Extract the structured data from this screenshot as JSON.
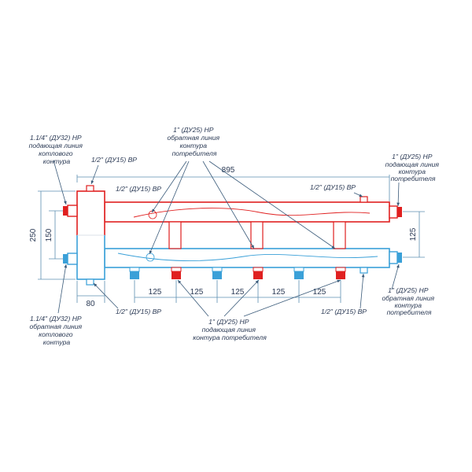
{
  "colors": {
    "supply": "#e02020",
    "return": "#3aa0d8",
    "text": "#2b3a55",
    "dimension": "#5d8fb0"
  },
  "labels": {
    "boiler_supply": [
      "1.1/4\" (ДУ32) НР",
      "подающая линия",
      "котлового",
      "контура"
    ],
    "top_left_port": "1/2\" (ДУ15) ВР",
    "consumer_return_top": [
      "1\" (ДУ25) НР",
      "обратная линия",
      "контура",
      "потребителя"
    ],
    "top_mid_port": "1/2\" (ДУ15) ВР",
    "top_right_port": "1/2\" (ДУ15) ВР",
    "consumer_supply_right": [
      "1\" (ДУ25) НР",
      "подающая линия",
      "контура",
      "потребителя"
    ],
    "boiler_return": [
      "1.1/4\" (ДУ32) НР",
      "обратная линия",
      "котлового",
      "контура"
    ],
    "bottom_left_port": "1/2\" (ДУ15) ВР",
    "consumer_supply_bottom": [
      "1\" (ДУ25) НР",
      "подающая линия",
      "контура потребителя"
    ],
    "bottom_right_port": "1/2\" (ДУ15) ВР",
    "consumer_return_right": [
      "1\" (ДУ25) НР",
      "обратная линия",
      "контура",
      "потребителя"
    ]
  },
  "dimensions": {
    "total_length": "895",
    "height": "250",
    "pipe_spacing_left": "150",
    "pipe_spacing_right": "125",
    "module_width": "80",
    "outlet_spacing": [
      "125",
      "125",
      "125",
      "125",
      "125"
    ]
  }
}
